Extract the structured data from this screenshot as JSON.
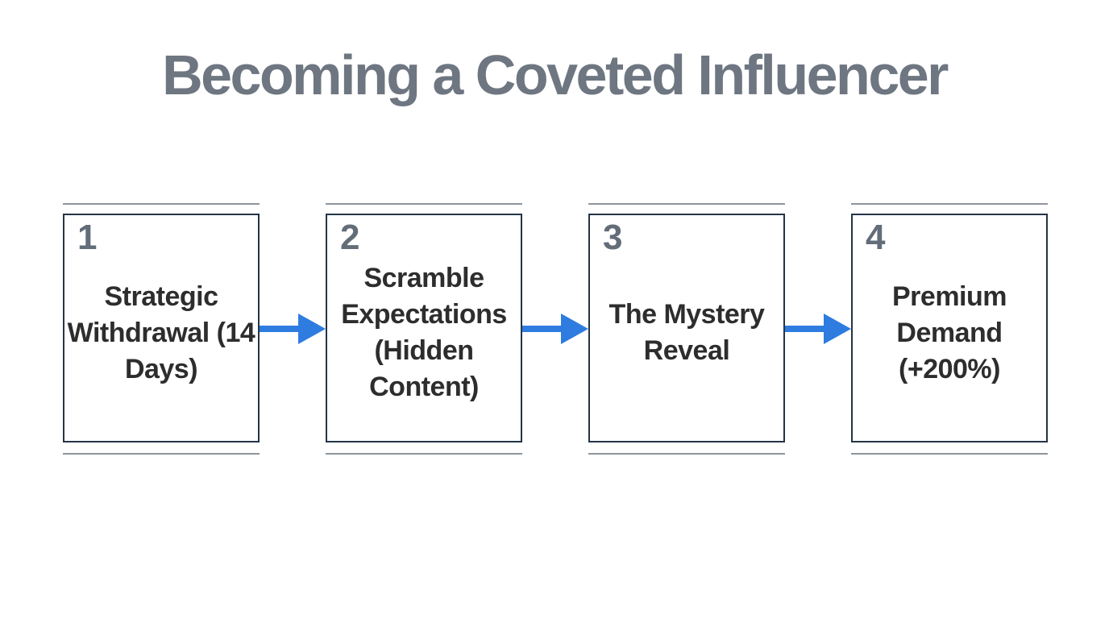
{
  "slide": {
    "title": "Becoming a Coveted Influencer"
  },
  "steps": [
    {
      "number": "1",
      "label": "Strategic Withdrawal (14 Days)"
    },
    {
      "number": "2",
      "label": "Scramble Expectations (Hidden Content)"
    },
    {
      "number": "3",
      "label": "The Mystery Reveal"
    },
    {
      "number": "4",
      "label": "Premium Demand (+200%)"
    }
  ],
  "icons": {
    "between_steps": "arrow-right-icon"
  },
  "colors": {
    "background": "#ffffff",
    "title_text": "#6e7681",
    "step_number": "#636d79",
    "box_border": "#243447",
    "box_text": "#2d2d2d",
    "divider_line": "#8e959d",
    "arrow": "#2e7ce0"
  }
}
